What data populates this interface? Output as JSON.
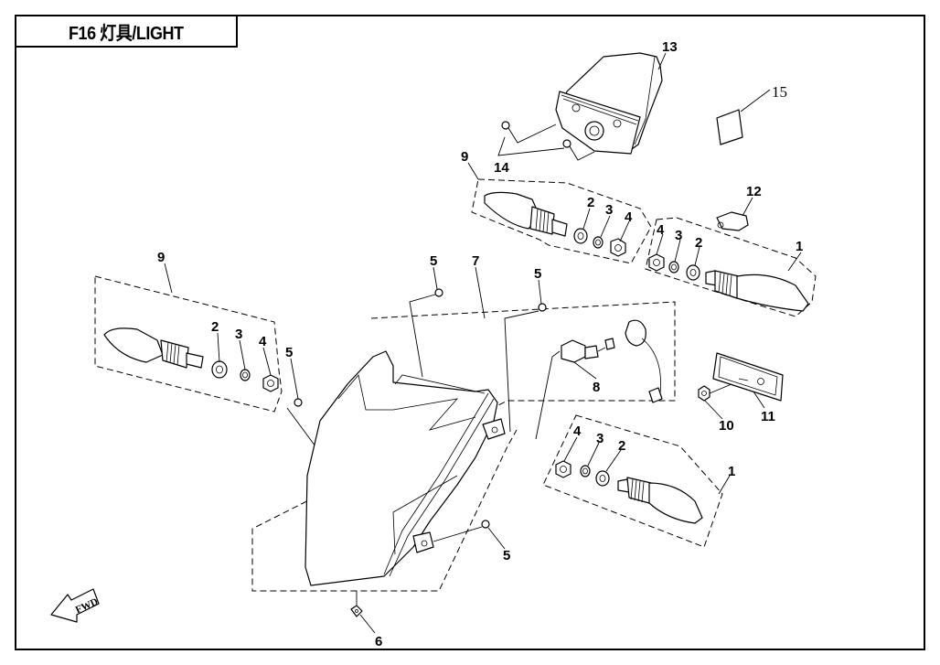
{
  "title": "F16 灯具/LIGHT",
  "orientation_marker": {
    "label": "FWD",
    "icon": "arrow-down-left-icon"
  },
  "callouts": [
    {
      "id": "13",
      "part": "headlight-rear-housing"
    },
    {
      "id": "15",
      "part": "label-sticker"
    },
    {
      "id": "14",
      "part": "housing-screws"
    },
    {
      "id": "9",
      "part": "turn-signal-assembly-upper-left"
    },
    {
      "id": "2",
      "part": "washer"
    },
    {
      "id": "3",
      "part": "spring-washer"
    },
    {
      "id": "4",
      "part": "nut"
    },
    {
      "id": "12",
      "part": "connector-clip"
    },
    {
      "id": "1",
      "part": "turn-signal-assembly-right"
    },
    {
      "id": "5",
      "part": "bolt"
    },
    {
      "id": "7",
      "part": "headlight-assembly"
    },
    {
      "id": "8",
      "part": "headlight-bulb-and-socket"
    },
    {
      "id": "10",
      "part": "nut"
    },
    {
      "id": "11",
      "part": "reflector"
    },
    {
      "id": "6",
      "part": "clip-nut"
    }
  ],
  "labels": {
    "c13": "13",
    "c15": "15",
    "c14": "14",
    "c9a": "9",
    "c2a": "2",
    "c3a": "3",
    "c4a": "4",
    "c12": "12",
    "c4b": "4",
    "c3b": "3",
    "c2b": "2",
    "c1a": "1",
    "c9b": "9",
    "c2c": "2",
    "c3c": "3",
    "c4c": "4",
    "c5a": "5",
    "c5b": "5",
    "c7": "7",
    "c5c": "5",
    "c8": "8",
    "c10": "10",
    "c11": "11",
    "c4d": "4",
    "c3d": "3",
    "c2d": "2",
    "c1b": "1",
    "c5d": "5",
    "c6": "6",
    "fwd": "FWD"
  }
}
